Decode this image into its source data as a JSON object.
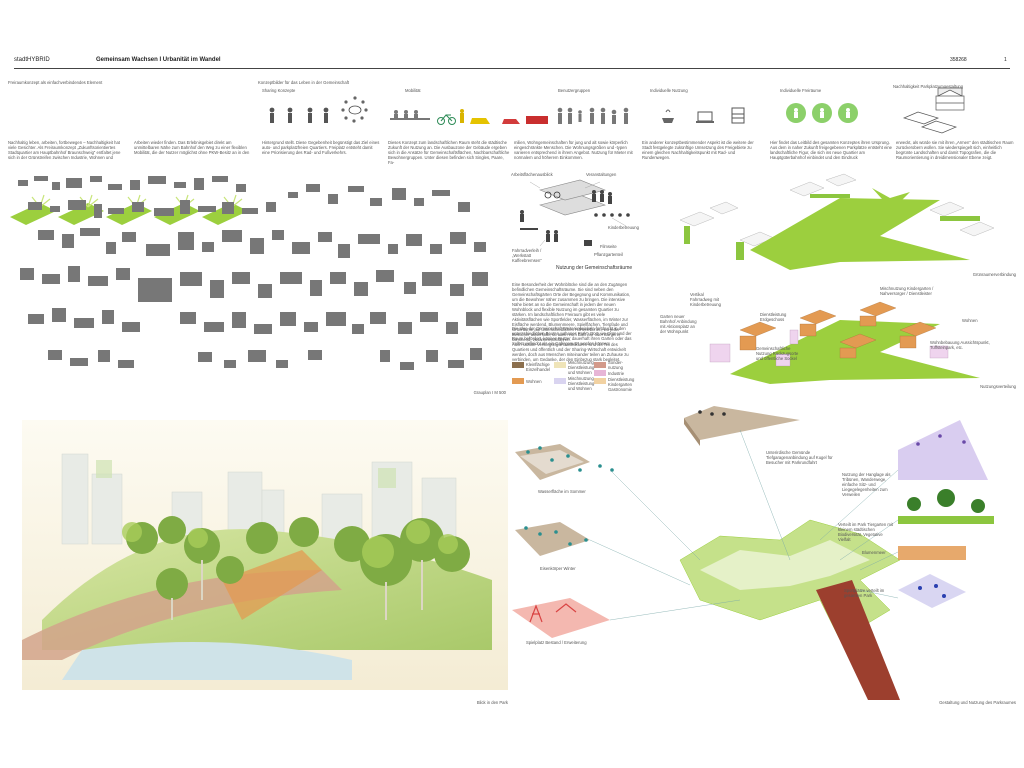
{
  "header": {
    "logo": "stadtHYBRID",
    "title": "Gemeinsam Wachsen  I Urbanität im Wandel",
    "code": "358268",
    "page": "1"
  },
  "concept_row": {
    "c1_title": "Freiraumkonzept als einfachverbindendes Element",
    "c2_title": "Konzeptbilder für das Leben in der Gemeinschaft",
    "c3_title": "Sharing Konzepte",
    "c4_title": "Mobilität",
    "c5_title": "Benutzergruppen",
    "c6_title": "Individuelle Nutzung",
    "c7_title": "Individuelle Freiräume",
    "c8_title": "Nachhaltigkeit Parkplatzumgestaltung"
  },
  "texts": {
    "p1": "Nachhaltig leben, arbeiten, fortbewegen – Nachhaltigkeit hat viele Gesichter. Als Freiraumkonzept „Zukunftsorientiertes Stadtquartier am Hauptbahnhof Braunschweig“ entfaltet jene sich in der Grünstreifen zwischen Industrie, Wohnen und",
    "p2": "Arbeiten wieder finden. Das Erlebnisgebiet direkt am unmittelbaren Nähe zum Bahnhof den Weg zu einer flexiblen Mobilität, die der Nutzer möglichst ohne PKW-Besitz an in den",
    "p3": "Hintergrund stellt. Diese Gegebenheit begünstigt das Ziel eines auto- und parkplatzfreien Quartiers. Freiplatz entsteht damit eine Priorisierung des Rad- und Fußverkehrs.",
    "p4": "Dieses Konzept zum landschaftlichen Raum steht die städtische Zukunft der Nutzung an. Die Ausbauzone der Gebäude ergeben sich in die Ansätze für Gemeinschaftsflächen, Nachbarschaftliche Bewohnergruppen. Unter diesen befinden sich Singles, Paare, Fa-",
    "p5": "milien, Wohngemeinschaften für jung und alt sowie körperlich eingeschränkte Menschen. Die Wohnungsgrößen und -typen variieren entsprechend in ihrem Angebot. Nutzung für Mieter mit normalem und höherem Einkommen.",
    "p6": "Ein anderer konzeptbestimmender Aspekt ist die weitere der Stadt festgelegte zukünftige Umsetzung des Freigebiete zu einem gleichen Nachhaltigkeitspunkt mit Rad- und Rundenwegen.",
    "p7": "Hier findet das Leitbild des gesamten Konzeptes ihren Ursprung. Aus dem in naher Zukunft freigegebenen Parkplätze entsteht eine landschaftliche Figur, die sich ins neue Quartier am Hauptgüterbahnhof einbindet und den Eindruck",
    "p8": "erweckt, als würde sie mit ihren „Armen“ den städtischen Raum zurückerobern wollen. Sie wiederspiegelt sich, einheitlich begrünte Landschaften und damit Topografien, die die Raumorientierung in dreidimensionaler Ebene zeigt.",
    "shared_title": "Nutzung der Gemeinschaftsräume",
    "shared_body": "Eine Besonderheit der Wohnblöcke sind die an den Zugängen befindlichen Gemeinschaftsräume. Sie sind neben den Gemeinschaftsgärten Orte der Begegnung und Kommunikation, um die Bewohner näher zusammen zu bringen. Die intensive Nähe bietet an so die Gemeinschaft in jedem der neuen Wohnblock und flexible Nutzung im gesamten Quartier zu stärken. Im landschaftlichen Freiraum gibt es viele Aktivitätsflächen wie Sportfelder, Wasserflächen, im Winter zur Eisfläche werdend, Blumenmeere, Spielflächen, Tierpfade und Grünräume auf unterschiedlichen Höhenebenen, wo jeder Besucher außerhalb, ob allein vom Bahnhof oder Bürgerin kommend, zusammenzuführen.",
    "shared_body2": "Die Idee der Gemeinschaft Weiterentwickeln fortdruckt in den unterschiedlichen Bauten „urbanes Park“. Dort, wo Grün und der Raum befördert, können Nutzer dauerhaft ihren Garten oder das Selbst vielleicht als ein Café genutzt werden können.",
    "shared_body3": "Auch soziale Versorgungsinfrastrukturen sind als Teil des Quartiers und öffentlich und der Sharing-Wirtschaft entwickelt werden, doch aus Menschen miteinander teilen an Zuhause zu verbinden, um Gedanke, der den Einbezug stark begleitet."
  },
  "legend": {
    "l1": "Kleinflächige Einzelhandel",
    "l2": "Wohnen",
    "l3": "Mischnutzung Dienstleistung und Wohnen",
    "l4": "Mischnutzung Dienstleistung und Wohnen",
    "l5": "Sonder-nutzung",
    "l6": "Industrie",
    "l7": "Dienstleistung Kindergarten Gastronomie"
  },
  "captions": {
    "schwarzplan": "Grauplan I M 500",
    "gruen": "Grünraumerverbindung",
    "nutzung": "Nutzungsverteilung",
    "blick": "Blick in den Park",
    "gestaltung": "Gestaltung und Nutzung des Parkraumes"
  },
  "diagram_labels": {
    "a1": "Arbeitsflächenausblick",
    "a2": "Veranstaltungen",
    "a3": "Kinderbetreuung",
    "a4": "Fahrradverleih / „Werkstatt Kaffeebremsen“",
    "a5": "Pflanzgartenteil",
    "a6": "Filmseite",
    "b1": "Vertikal Fahrradweg mit Kinderbetreuung",
    "b2": "Garten neuer Bahnhof Anbindung mit Aktionsplatz an der Wohnpunkt",
    "b3": "Dienstleistung Erdgeschoss",
    "b4": "Mischnutzung Kindergarten / Nahversorger / Dienstleister",
    "b5": "Wohnen",
    "b6": "Gemeinschaftliche Nutzung Rückzugsorte und öffentliche Sockel",
    "b7": "Wohnbebauung Aussichtspunkt, Tuffsteinpark, etc.",
    "c1": "Unterirdische Gemünde Tiefgaragenanbindung auf Kugel für Besucher mit Parkrundfahrt",
    "c2": "Wasserfläche im Sommer",
    "c3": "Eisenkörper Winter",
    "c4": "Spielplatz Bestand / Erweiterung",
    "c5": "Nutzung der Hanglage als Tribünen, Wanderwege, einfache Sitz- und Liegegelegenheiten zum Verweilen",
    "c6": "Verteilt im Park Tiergarten mit kleinem städtischen Biodiversität, Vegetative Vielfalt",
    "c7": "Blumenmeer",
    "c8": "Sportplätze verteilt im gesamten Park"
  },
  "colors": {
    "green": "#8cc63f",
    "light_green": "#c5e18a",
    "orange": "#e39a52",
    "teal": "#2a8f8f",
    "purple": "#8b6bc8",
    "red": "#d94444",
    "tan": "#b89a78",
    "building": "#777777"
  }
}
